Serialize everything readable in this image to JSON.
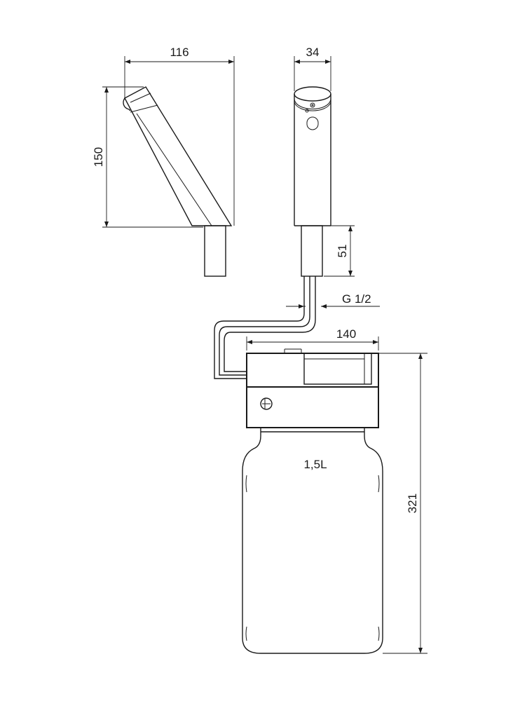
{
  "dimensions": {
    "width_top": "116",
    "height_side": "150",
    "diameter_front": "34",
    "tail_length": "51",
    "thread": "G 1/2",
    "tank_width": "140",
    "total_height": "321"
  },
  "tank": {
    "capacity": "1,5L"
  }
}
